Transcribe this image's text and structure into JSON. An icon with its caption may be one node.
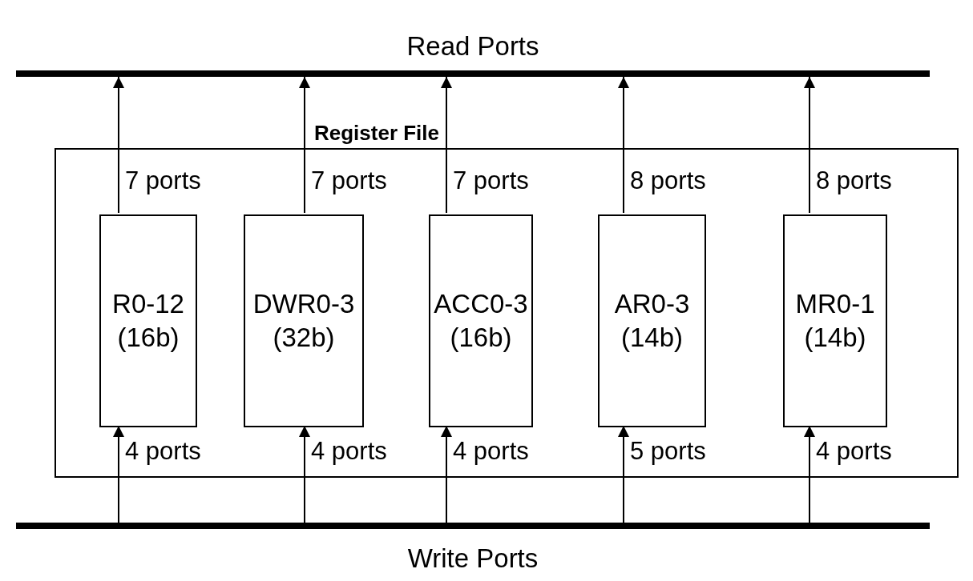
{
  "diagram": {
    "nodes": [
      {
        "text": [
          "Read Ports"
        ]
      },
      {
        "text": [
          "Register File"
        ]
      },
      {
        "text": [
          "R0-12",
          "(16b)"
        ],
        "in": 1
      },
      {
        "text": [
          "DWR0-3",
          "(32b)"
        ],
        "in": 1
      },
      {
        "text": [
          "ACC0-3",
          "(16b)"
        ],
        "in": 1
      },
      {
        "text": [
          "AR0-3",
          "(14b)"
        ],
        "in": 1
      },
      {
        "text": [
          "MR0-1",
          "(14b)"
        ],
        "in": 1
      },
      {
        "text": [
          "Write Ports"
        ]
      }
    ],
    "edges": [
      {
        "from": 2,
        "to": 0,
        "arrow": "to",
        "label": "7 ports"
      },
      {
        "from": 3,
        "to": 0,
        "arrow": "to",
        "label": "7 ports"
      },
      {
        "from": 4,
        "to": 0,
        "arrow": "to",
        "label": "7 ports"
      },
      {
        "from": 5,
        "to": 0,
        "arrow": "to",
        "label": "8 ports"
      },
      {
        "from": 6,
        "to": 0,
        "arrow": "to",
        "label": "8 ports"
      },
      {
        "from": 7,
        "to": 2,
        "arrow": "to",
        "label": "4 ports"
      },
      {
        "from": 7,
        "to": 3,
        "arrow": "to",
        "label": "4 ports"
      },
      {
        "from": 7,
        "to": 4,
        "arrow": "to",
        "label": "4 ports"
      },
      {
        "from": 7,
        "to": 5,
        "arrow": "to",
        "label": "5 ports"
      },
      {
        "from": 7,
        "to": 6,
        "arrow": "to",
        "label": "4 ports"
      }
    ]
  }
}
